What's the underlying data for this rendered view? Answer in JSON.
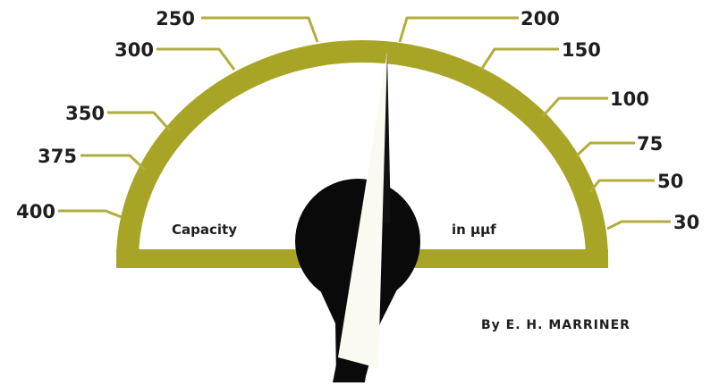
{
  "dial": {
    "scale_labels": [
      "250",
      "200",
      "300",
      "150",
      "100",
      "350",
      "375",
      "75",
      "50",
      "400",
      "30"
    ],
    "left_caption": "Capacity",
    "right_caption": "in μμf",
    "colors": {
      "dial_band": "#a8a526",
      "leader_lines": "#b0ae3c",
      "hub": "#0a0a0a",
      "needle_fill": "#fafaf2",
      "needle_shadow": "#111111",
      "text": "#1e1e1e",
      "background": "#ffffff"
    }
  },
  "byline": "By E. H. MARRINER"
}
